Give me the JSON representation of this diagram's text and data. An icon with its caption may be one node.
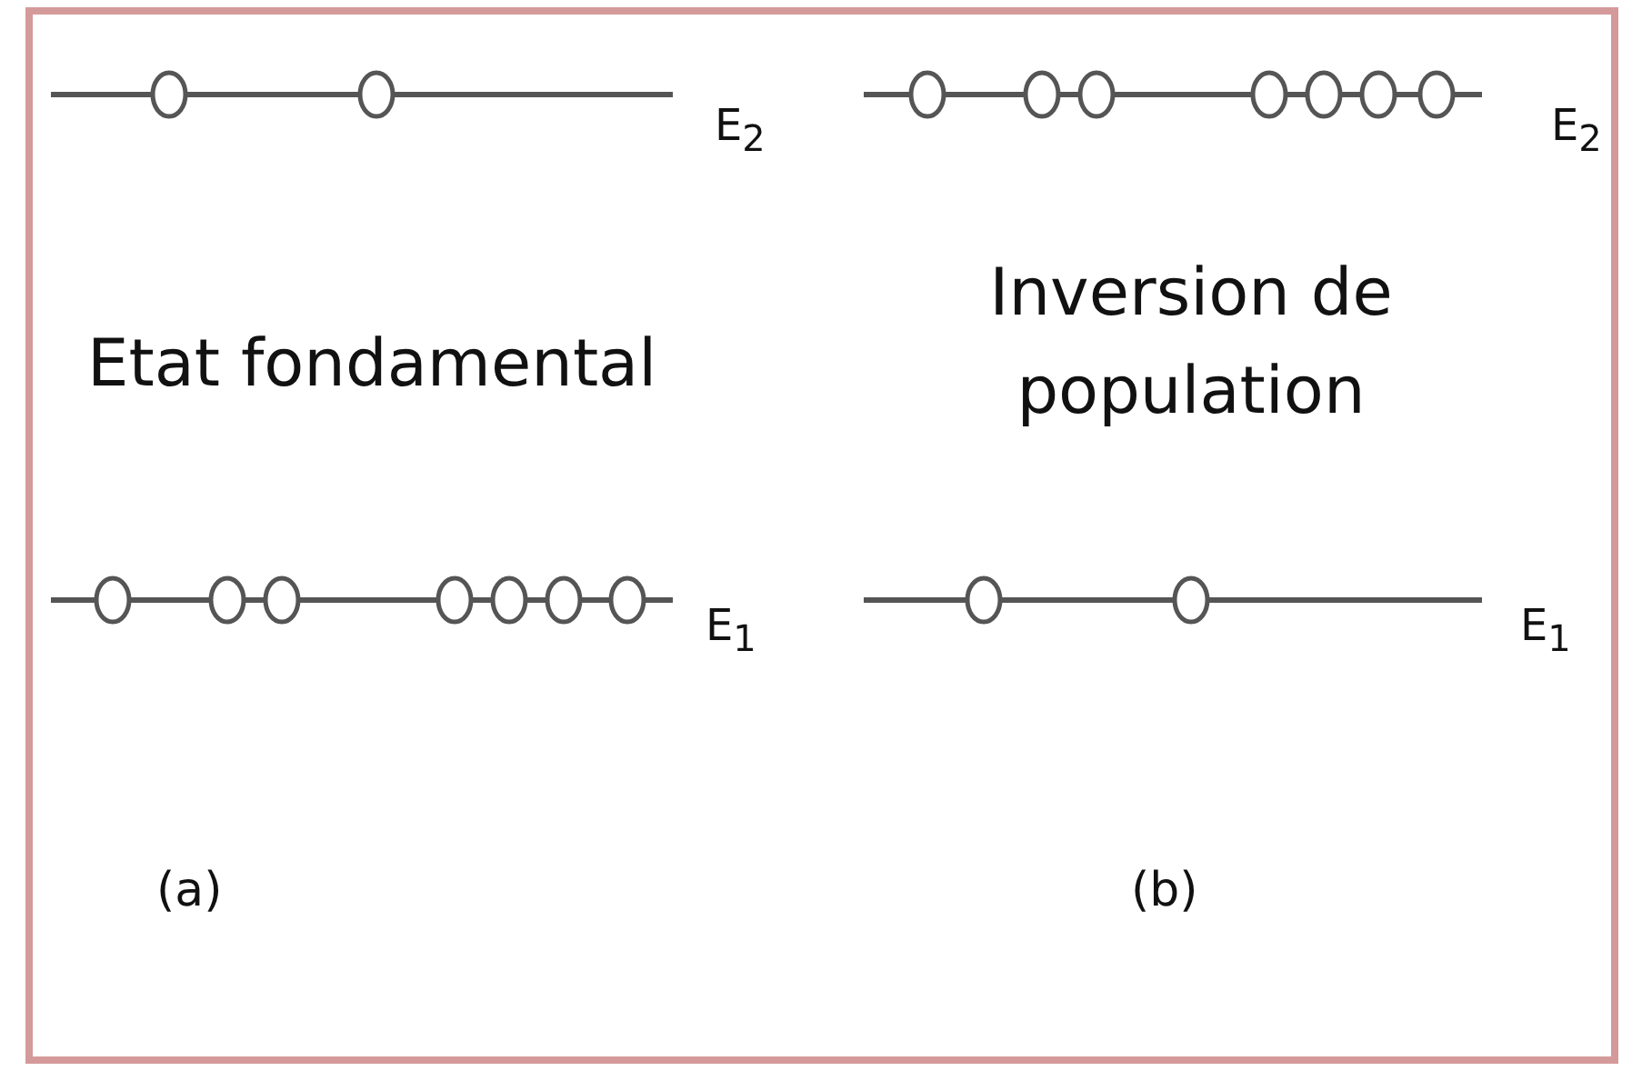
{
  "diagram": {
    "labels": [
      "E$_{2}$",
      "E$_{2}$",
      "Etat fondamental",
      "Inversion de population",
      "E$_{1}$",
      "E$_{1}$",
      "(a)",
      "(b)"
    ]
  }
}
